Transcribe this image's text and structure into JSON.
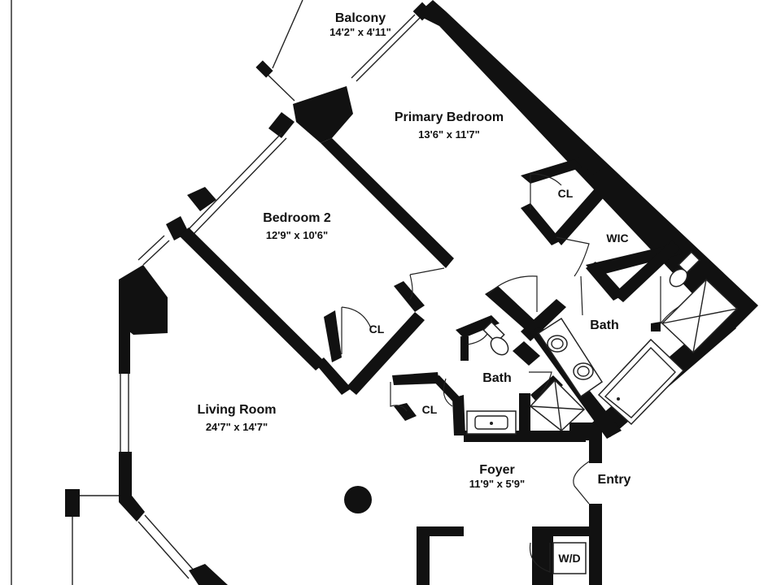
{
  "rooms": {
    "balcony": {
      "name": "Balcony",
      "dims": "14'2\" x 4'11\""
    },
    "primary_bedroom": {
      "name": "Primary Bedroom",
      "dims": "13'6\" x 11'7\""
    },
    "bedroom2": {
      "name": "Bedroom 2",
      "dims": "12'9\" x 10'6\""
    },
    "living_room": {
      "name": "Living Room",
      "dims": "24'7\" x 14'7\""
    },
    "foyer": {
      "name": "Foyer",
      "dims": "11'9\" x 5'9\""
    },
    "bath_primary": {
      "name": "Bath"
    },
    "bath_hall": {
      "name": "Bath"
    },
    "wic": {
      "name": "WIC"
    },
    "closet_primary": {
      "name": "CL"
    },
    "closet_bedroom2": {
      "name": "CL"
    },
    "closet_hall": {
      "name": "CL"
    },
    "entry": {
      "name": "Entry"
    },
    "wd": {
      "name": "W/D"
    }
  }
}
